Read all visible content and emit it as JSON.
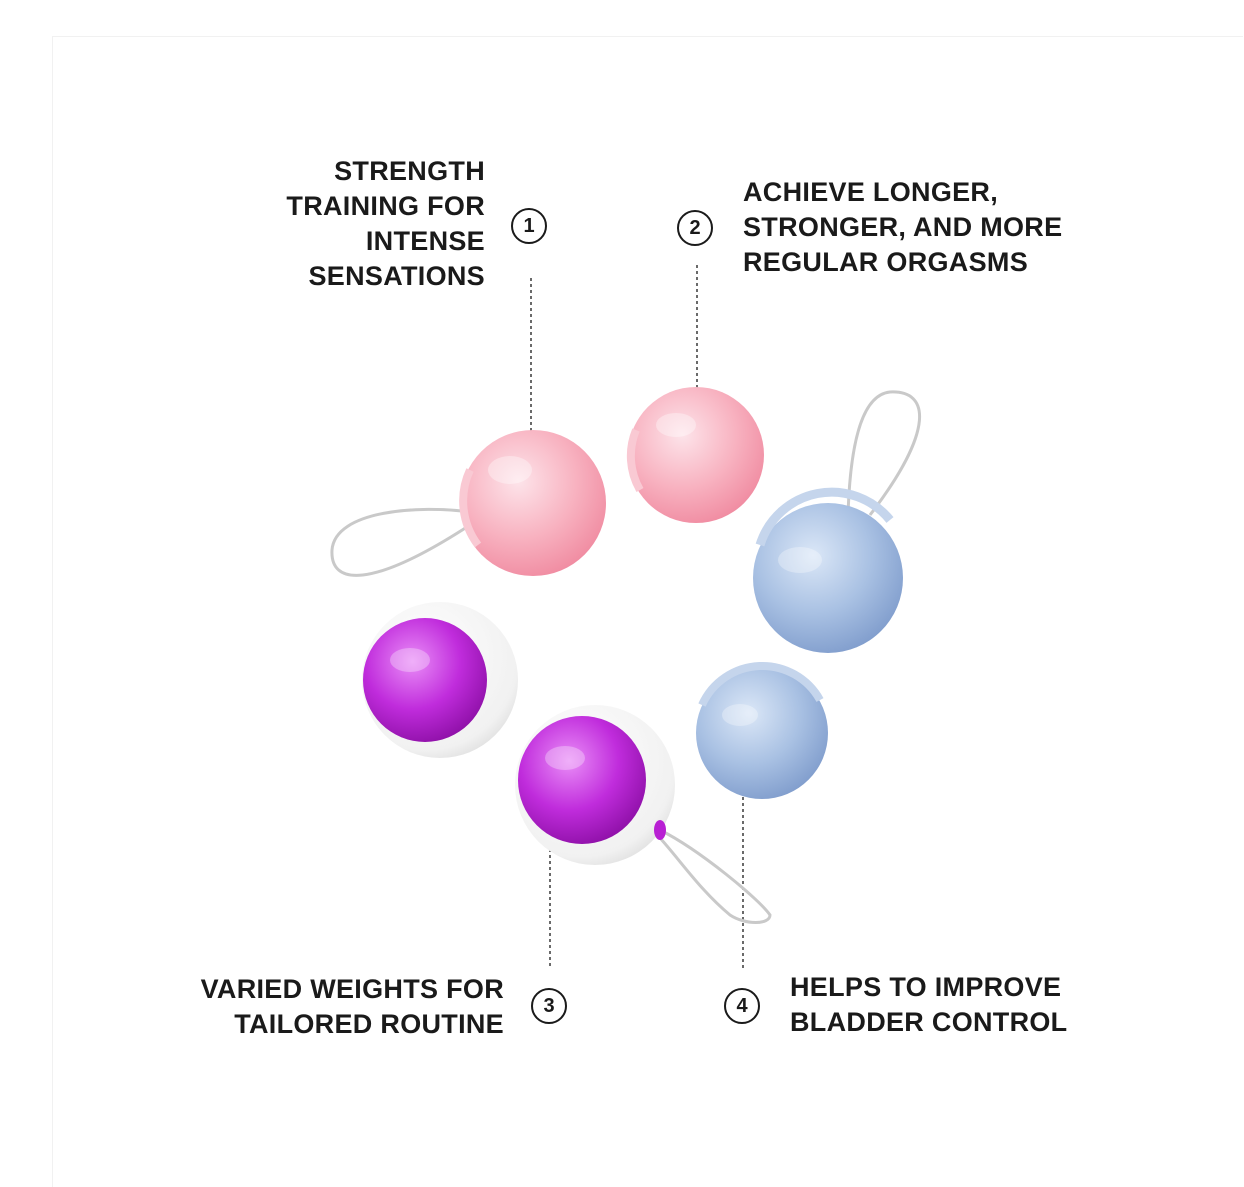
{
  "features": [
    {
      "number": "1",
      "lines": [
        "STRENGTH",
        "TRAINING FOR",
        "INTENSE",
        "SENSATIONS"
      ]
    },
    {
      "number": "2",
      "lines": [
        "ACHIEVE LONGER,",
        "STRONGER, AND MORE",
        "REGULAR ORGASMS"
      ]
    },
    {
      "number": "3",
      "lines": [
        "VARIED WEIGHTS FOR",
        "TAILORED ROUTINE"
      ]
    },
    {
      "number": "4",
      "lines": [
        "HELPS TO IMPROVE",
        "BLADDER CONTROL"
      ]
    }
  ],
  "colors": {
    "text": "#1a1a1a",
    "pink": "#f6a7b6",
    "purple": "#b81fd3",
    "blue": "#9fb8dc",
    "white_housing": "#ffffff",
    "cord": "#c9c9c9"
  },
  "icons": [
    "number-badge-icon"
  ]
}
